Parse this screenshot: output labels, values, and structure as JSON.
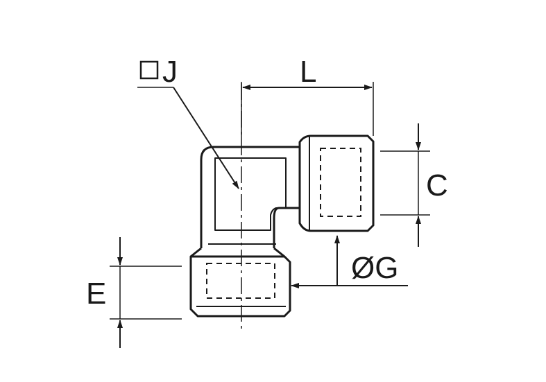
{
  "labels": {
    "j": "J",
    "l": "L",
    "c": "C",
    "e": "E",
    "g": "ØG"
  },
  "colors": {
    "stroke": "#1a1a1a",
    "background": "#ffffff"
  },
  "symbols": {
    "square_marker": "square-icon"
  }
}
